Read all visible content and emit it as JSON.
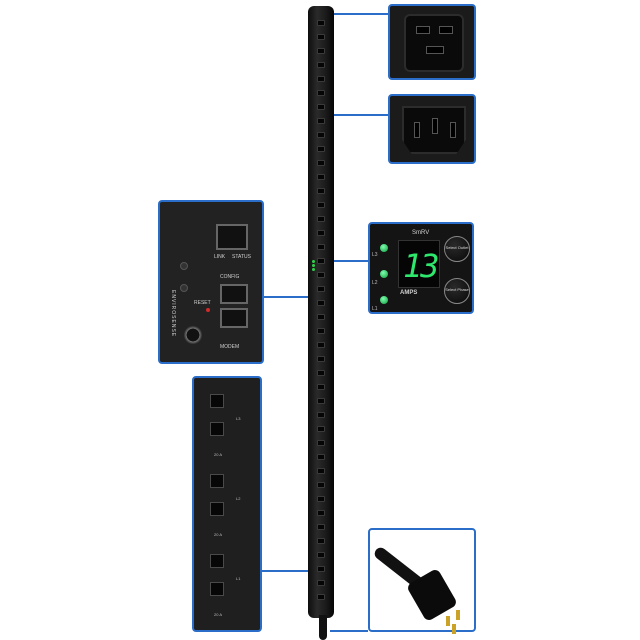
{
  "meter": {
    "reading": "13",
    "unit": "AMPS",
    "brand": "SmRV",
    "btn_select_outlet": "Select Outlet",
    "btn_select_phase": "Select Phase",
    "phases": [
      "L3",
      "L2",
      "L1"
    ]
  },
  "network": {
    "link": "LINK",
    "status": "STATUS",
    "config": "CONFIG",
    "modem": "MODEM",
    "reset": "RESET",
    "env": "ENVIROSENSE"
  },
  "outlet_panel": {
    "banks": [
      {
        "label": "L3",
        "rating": "20 A"
      },
      {
        "label": "L2",
        "rating": "20 A"
      },
      {
        "label": "L1",
        "rating": "20 A"
      }
    ]
  },
  "colors": {
    "callout_border": "#2b6ec9",
    "digit_green": "#2ee86d"
  }
}
